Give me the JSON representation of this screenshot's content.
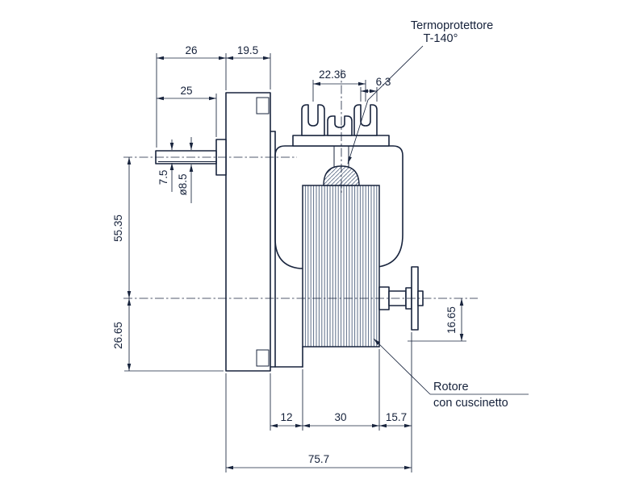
{
  "annotations": {
    "termoprotettore": {
      "line1": "Termoprotettore",
      "line2": "T-140°"
    },
    "rotore": {
      "line1": "Rotore",
      "line2": "con cuscinetto"
    }
  },
  "dims": {
    "top_left_1": "26",
    "top_left_2": "19.5",
    "top_left_3": "25",
    "terminals_pitch": "22.36",
    "terminal_width": "6.3",
    "shaft_flat": "7.5",
    "shaft_dia": "ø8.5",
    "height_upper": "55.35",
    "height_lower": "26.65",
    "output_offset": "16.65",
    "bottom_1": "12",
    "bottom_2": "30",
    "bottom_3": "15.7",
    "overall_width": "75.7"
  },
  "colors": {
    "line": "#18243d",
    "hatch": "#5d6d88",
    "background": "#ffffff"
  }
}
